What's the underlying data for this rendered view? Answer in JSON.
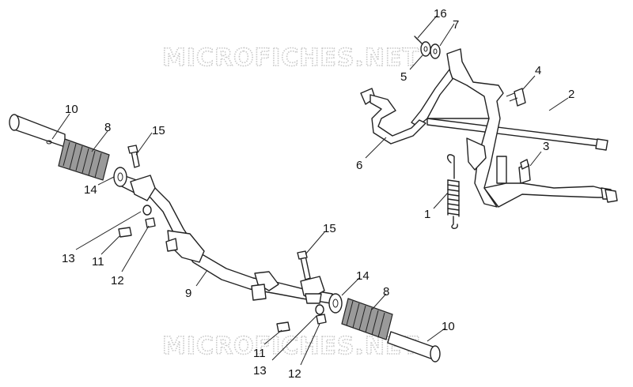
{
  "watermarks": [
    "MICROFICHES.NET",
    "MICROFICHES.NET"
  ],
  "callouts": {
    "c1": "1",
    "c2": "2",
    "c3": "3",
    "c4": "4",
    "c5": "5",
    "c6": "6",
    "c7": "7",
    "c16": "16",
    "c8a": "8",
    "c8b": "8",
    "c9": "9",
    "c10a": "10",
    "c10b": "10",
    "c11a": "11",
    "c11b": "11",
    "c12a": "12",
    "c12b": "12",
    "c13a": "13",
    "c13b": "13",
    "c14a": "14",
    "c14b": "14",
    "c15a": "15",
    "c15b": "15"
  }
}
